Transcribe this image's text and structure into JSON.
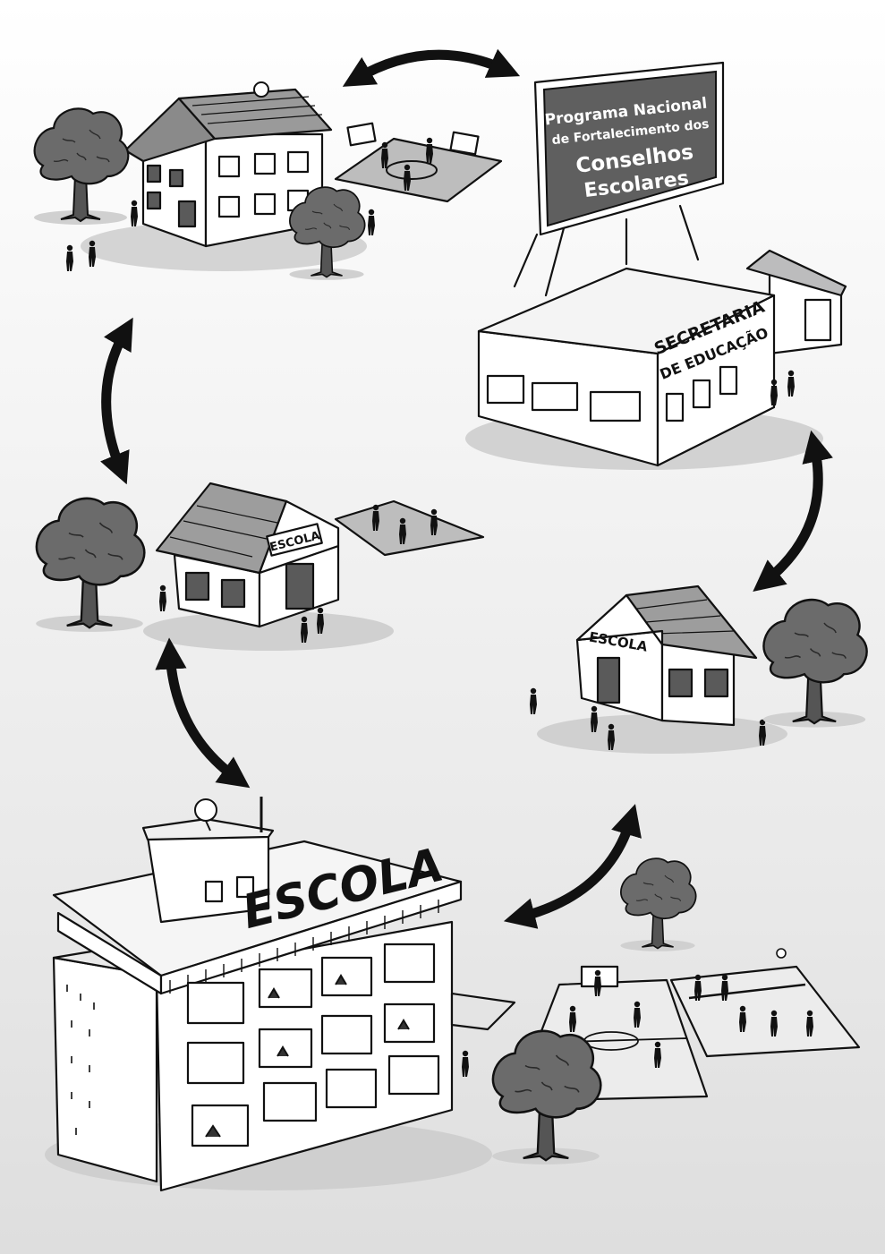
{
  "billboard": {
    "line1": "Programa Nacional",
    "line2": "de Fortalecimento dos",
    "line3": "Conselhos",
    "line4": "Escolares",
    "color": "#5f5f5f"
  },
  "secretaria": {
    "line1": "SECRETARIA",
    "line2": "DE EDUCAÇÃO"
  },
  "schools": {
    "middle_left_sign": "ESCOLA",
    "middle_right_sign": "ESCOLA",
    "large_sign": "ESCOLA"
  },
  "icons": [
    "double-arrow-icon",
    "tree-icon",
    "person-icon",
    "satellite-dish-icon"
  ],
  "colors": {
    "ink": "#111111",
    "foliage": "#6b6b6b",
    "ground_shadow": "#cfcfcf"
  }
}
